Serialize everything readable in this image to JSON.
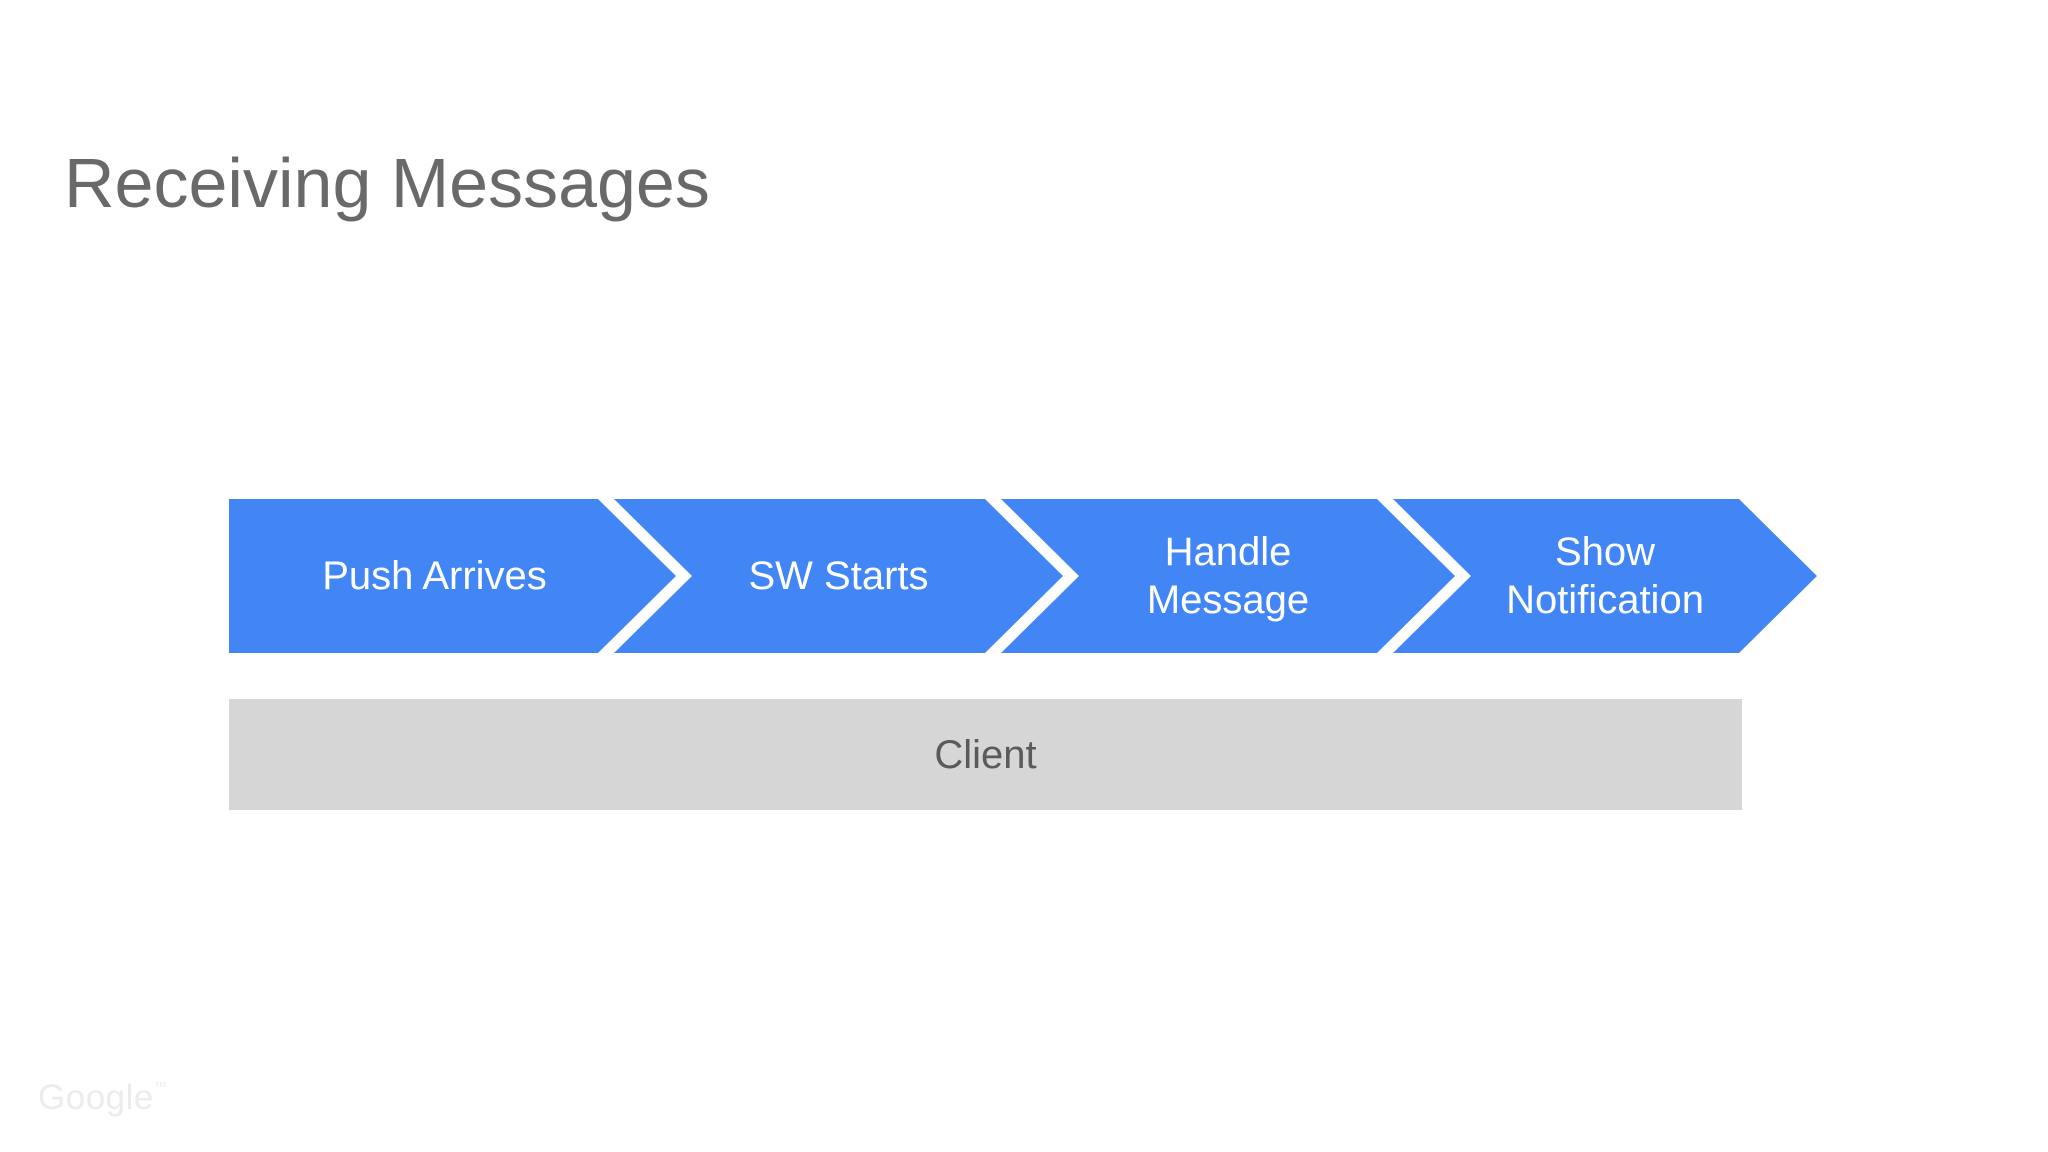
{
  "slide": {
    "title": "Receiving Messages",
    "title_color": "#696969",
    "background_color": "#ffffff"
  },
  "flow": {
    "arrow_color": "#4285f4",
    "label_color": "#ffffff",
    "steps": [
      {
        "label": "Push Arrives"
      },
      {
        "label": "SW Starts"
      },
      {
        "label": "Handle\nMessage"
      },
      {
        "label": "Show\nNotification"
      }
    ]
  },
  "client_layer": {
    "label": "Client",
    "bar_color": "#d6d6d6",
    "label_color": "#5a5a5a"
  },
  "watermark": {
    "brand": "Google",
    "symbol": "™",
    "color": "#ececec"
  }
}
